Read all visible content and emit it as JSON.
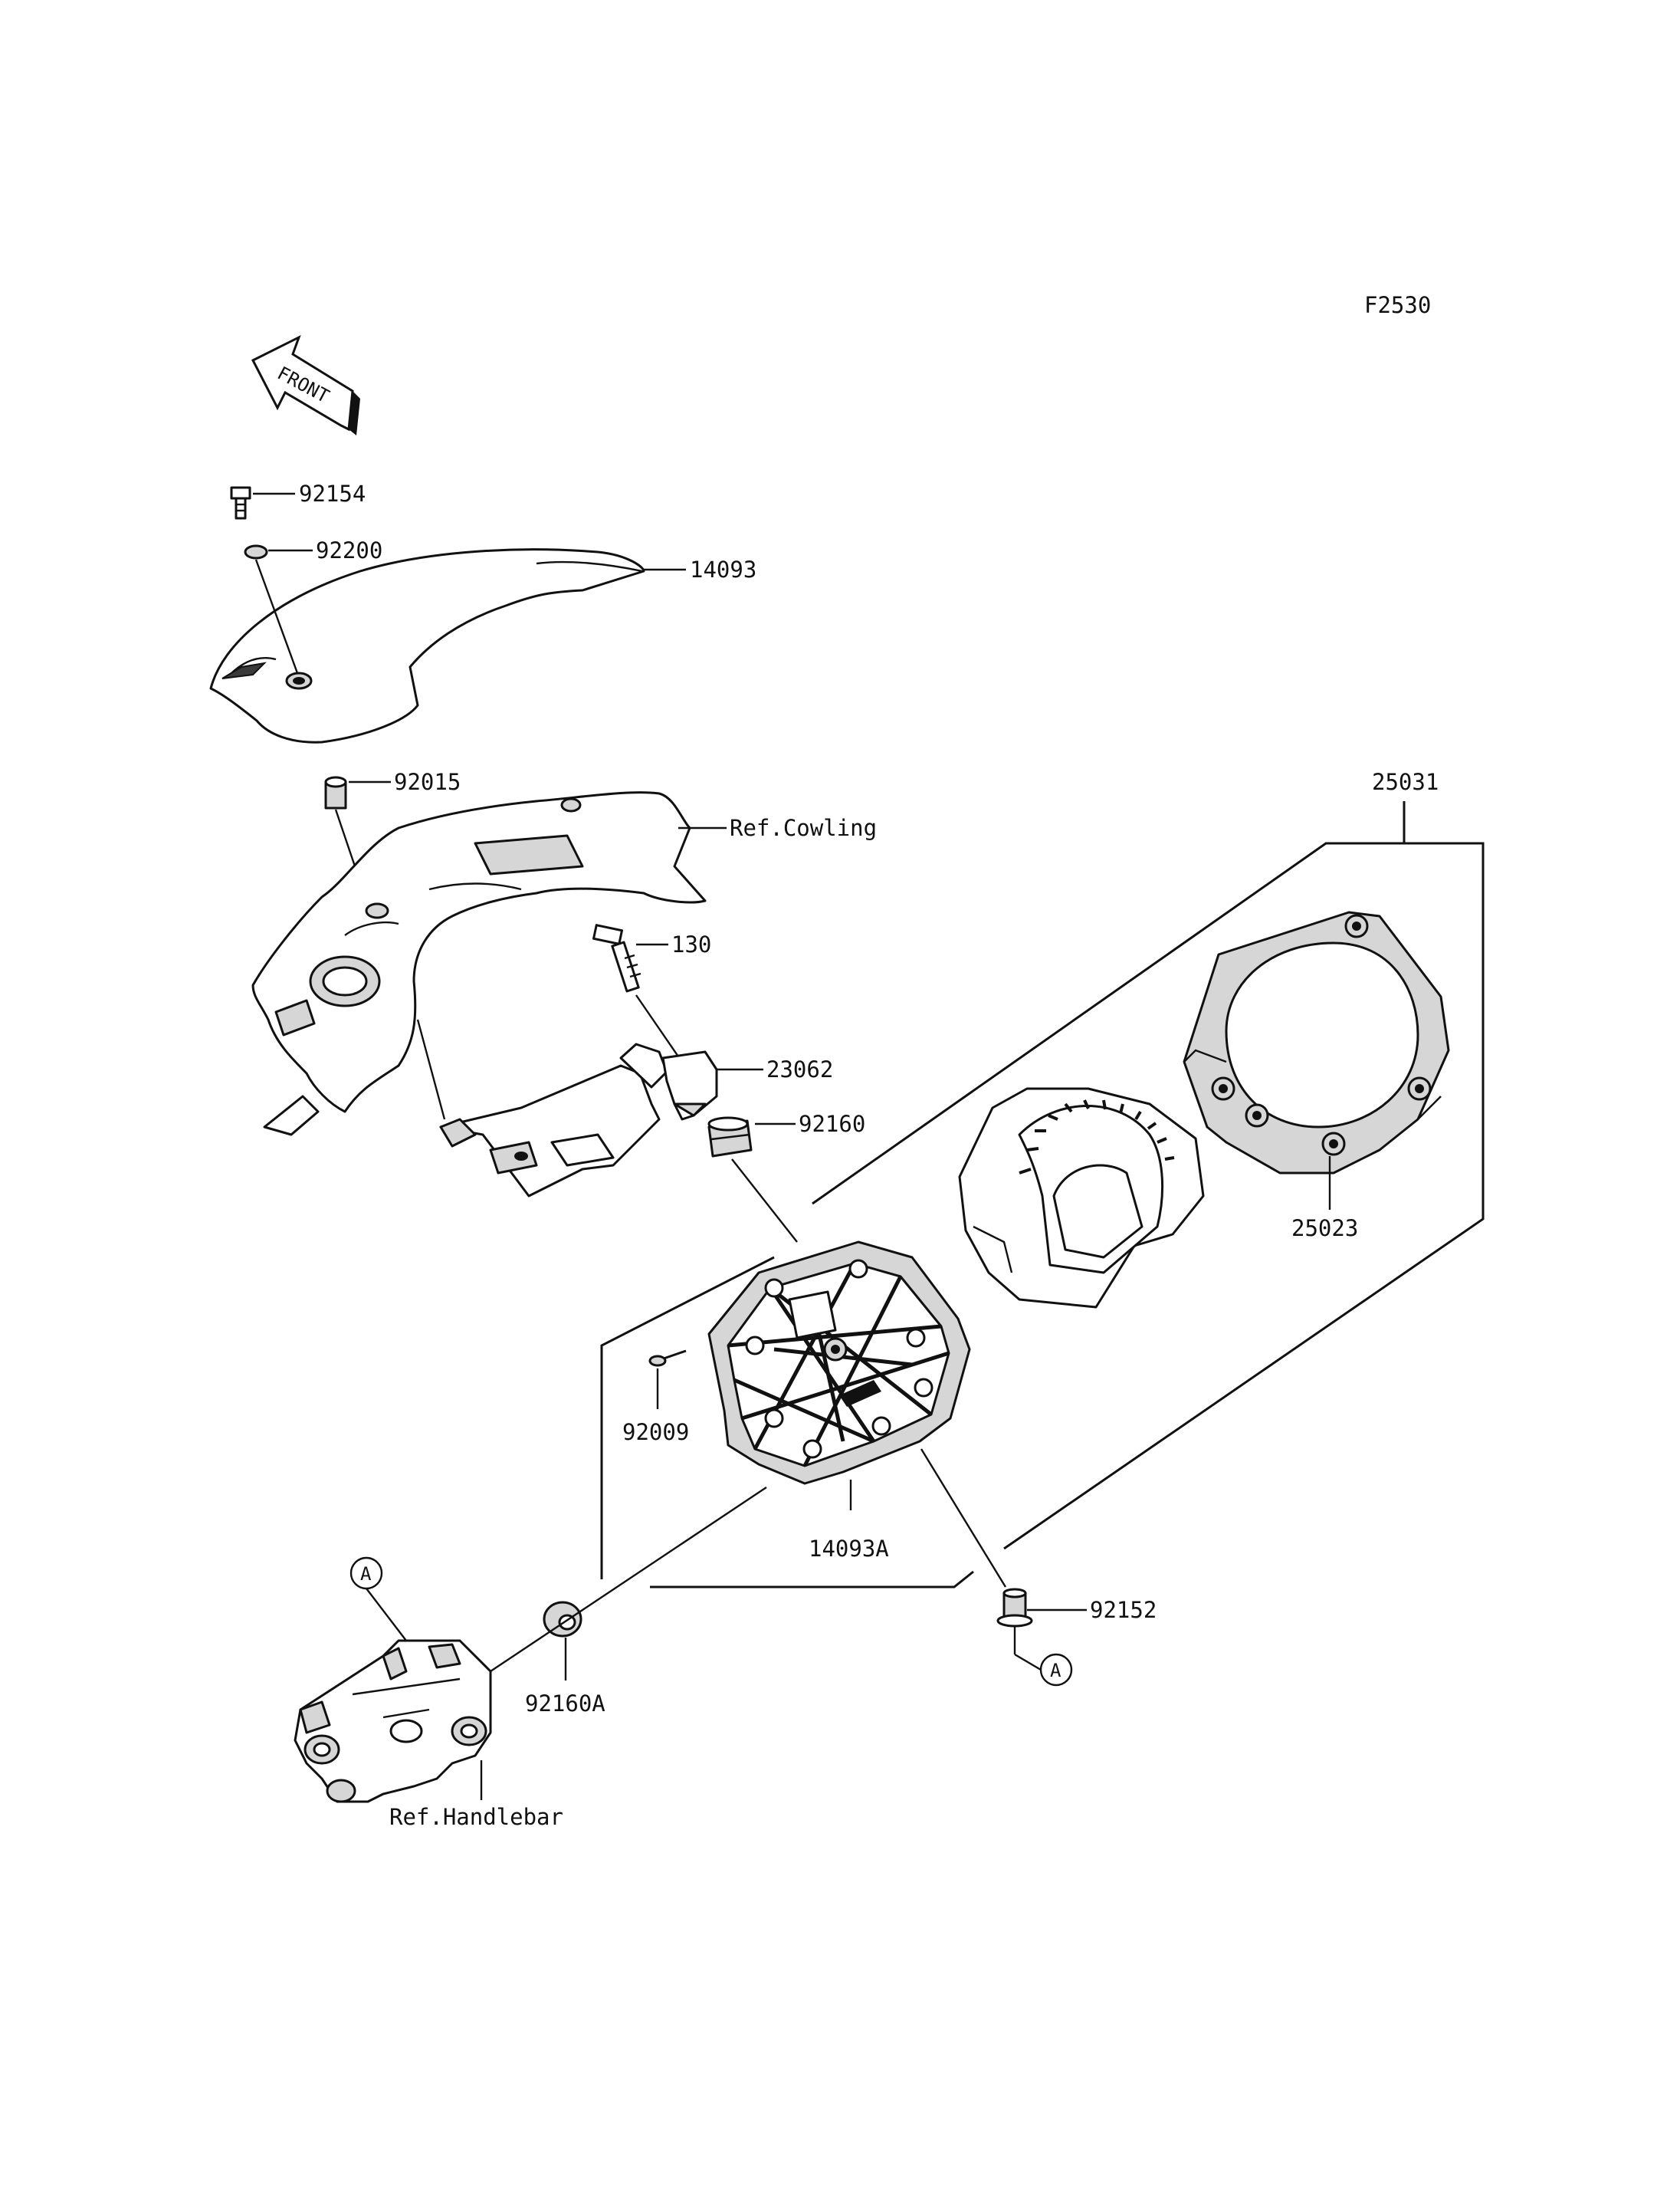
{
  "diagram_code": "F2530",
  "front_arrow": {
    "text": "FRONT",
    "icon": "front-direction-arrow-icon"
  },
  "labels": {
    "p92154": "92154",
    "p92200": "92200",
    "p14093": "14093",
    "p92015": "92015",
    "ref_cowling": "Ref.Cowling",
    "p130": "130",
    "p23062": "23062",
    "p92160": "92160",
    "p25031": "25031",
    "p25023": "25023",
    "p92009": "92009",
    "p14093A": "14093A",
    "p92152": "92152",
    "p92160A": "92160A",
    "ref_handlebar": "Ref.Handlebar"
  },
  "ref_markers": {
    "a1": "A",
    "a2": "A"
  }
}
